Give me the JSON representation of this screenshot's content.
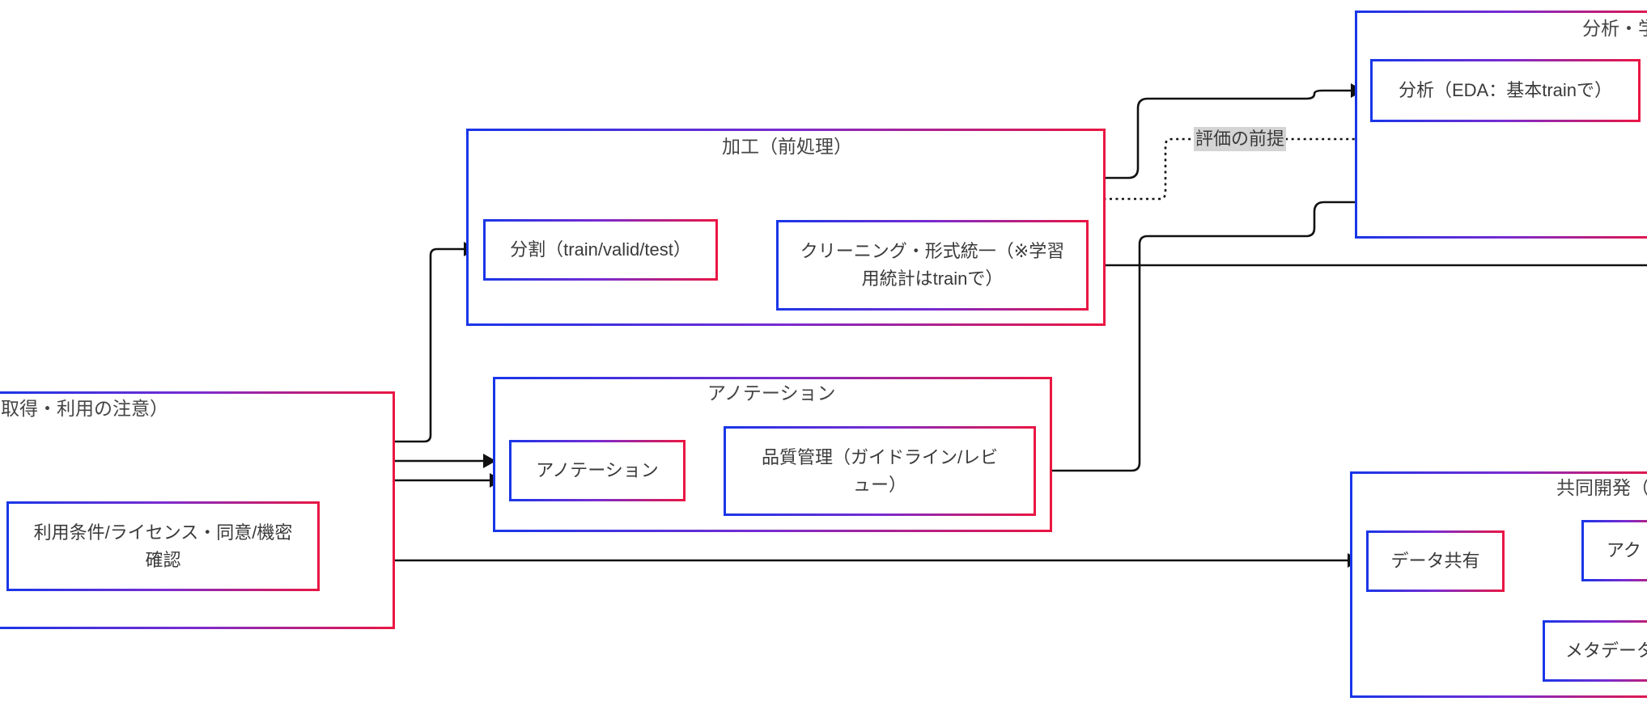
{
  "groups": {
    "acquisition": {
      "title": "取得・利用の注意）"
    },
    "preprocess": {
      "title": "加工（前処理）"
    },
    "annotation": {
      "title": "アノテーション"
    },
    "analysis": {
      "title": "分析・学"
    },
    "collaboration": {
      "title": "共同開発（"
    }
  },
  "nodes": {
    "license_check": "利用条件/ライセンス・同意/機密確認",
    "split": "分割（train/valid/test）",
    "cleaning": "クリーニング・形式統一（※学習用統計はtrainで）",
    "annotation": "アノテーション",
    "quality": "品質管理（ガイドライン/レビュー）",
    "eda": "分析（EDA：基本trainで）",
    "data_share": "データ共有",
    "access": "アク",
    "metadata": "メタデータ"
  },
  "edge_labels": {
    "evaluation_premise": "評価の前提"
  },
  "colors": {
    "gradient_start": "#1836e8",
    "gradient_end": "#ea1642",
    "edge": "#111111",
    "label_bg": "#d4d4d4"
  }
}
